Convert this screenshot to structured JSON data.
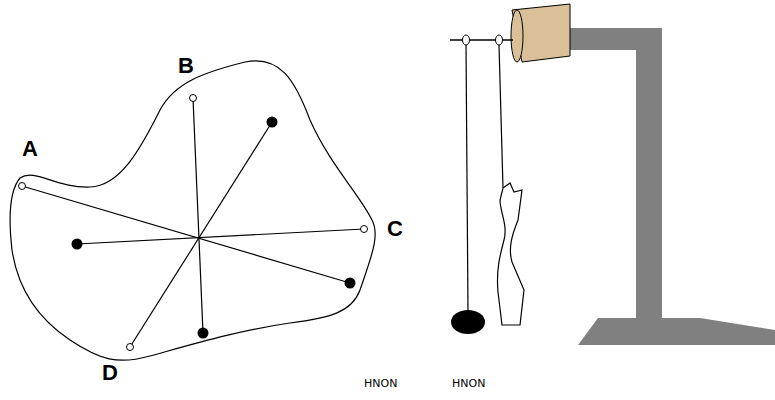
{
  "diagram": {
    "labels": [
      "A",
      "B",
      "C",
      "D",
      "HNON",
      "HNON"
    ]
  }
}
